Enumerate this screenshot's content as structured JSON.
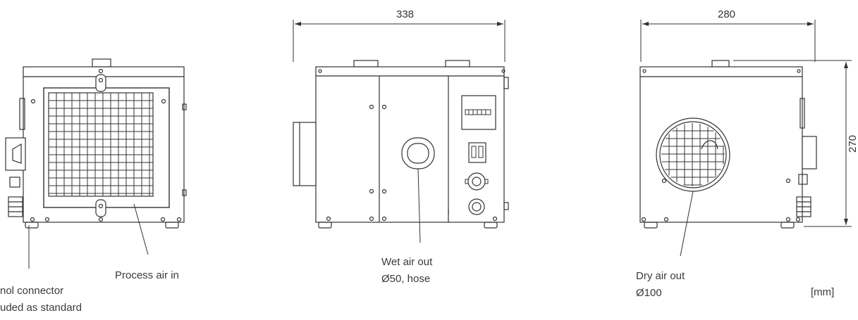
{
  "dimensions": {
    "side_width": "338",
    "back_width": "280",
    "height": "270",
    "unit": "[mm]"
  },
  "callouts": {
    "connector_line1": "nol connector",
    "connector_line2": "uded as standard",
    "process_air_in": "Process air in",
    "wet_air_out_line1": "Wet air out",
    "wet_air_out_line2": "Ø50, hose",
    "dry_air_out_line1": "Dry air out",
    "dry_air_out_line2": "Ø100"
  }
}
